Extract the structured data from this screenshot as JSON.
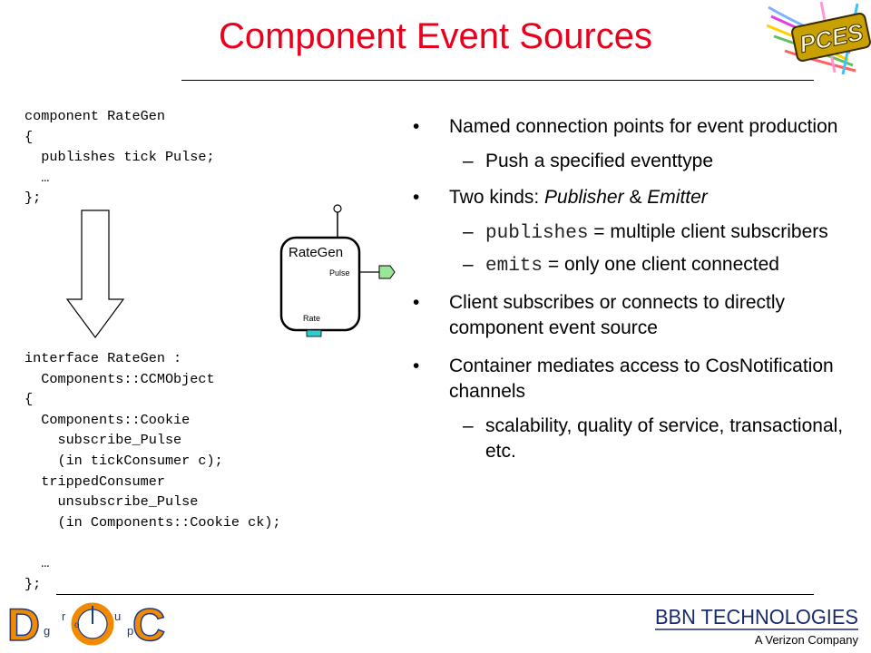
{
  "slide": {
    "title": "Component Event Sources"
  },
  "code_top": [
    "component RateGen",
    "{",
    "  publishes tick Pulse;",
    "  …",
    "};"
  ],
  "code_bottom": [
    "interface RateGen :",
    "  Components::CCMObject",
    "{",
    "  Components::Cookie",
    "    subscribe_Pulse",
    "    (in tickConsumer c);",
    "  trippedConsumer",
    "    unsubscribe_Pulse",
    "    (in Components::Cookie ck);",
    "",
    "  …",
    "};"
  ],
  "diagram": {
    "component_name": "RateGen",
    "port_out_label": "Pulse",
    "port_in_label": "Rate",
    "colors": {
      "outport_fill": "#99e699",
      "inport_fill": "#33cccc"
    }
  },
  "bullets": [
    {
      "text": "Named connection points for event production",
      "sub": [
        {
          "text": "Push a specified eventtype"
        }
      ]
    },
    {
      "text_plain": "Two kinds: ",
      "text_italic1": "Publisher",
      "text_amp": " & ",
      "text_italic2": "Emitter",
      "sub": [
        {
          "code": "publishes",
          "text": " = multiple client subscribers"
        },
        {
          "code": "emits",
          "text": " = only one client connected"
        }
      ]
    },
    {
      "text": "Client subscribes or connects to directly component event source",
      "sub": []
    },
    {
      "text": "Container mediates access to CosNotification channels",
      "sub": [
        {
          "text": "scalability, quality of service, transactional, etc."
        }
      ]
    }
  ],
  "logos": {
    "pces": "PCES",
    "doc_letters": [
      "D",
      "O",
      "C"
    ],
    "doc_small": [
      "g",
      "r",
      "o",
      "u",
      "p"
    ],
    "bbn_name": "BBN TECHNOLOGIES",
    "bbn_tagline": "A Verizon Company"
  },
  "colors": {
    "title": "#e8001c",
    "doc_orange": "#f28a00",
    "doc_blue": "#1a3a8a"
  }
}
